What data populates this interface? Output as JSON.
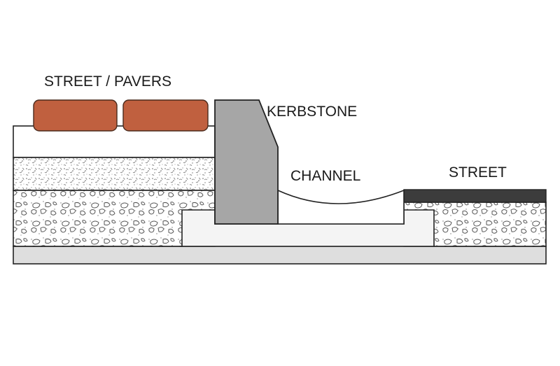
{
  "labels": {
    "pavers": "STREET / PAVERS",
    "kerbstone": "KERBSTONE",
    "channel": "CHANNEL",
    "street": "STREET"
  },
  "colors": {
    "paver": "#c0603f",
    "kerbstone": "#a6a6a6",
    "asphalt": "#3c3c3c",
    "base_slab": "#dedede",
    "outline": "#222222"
  }
}
